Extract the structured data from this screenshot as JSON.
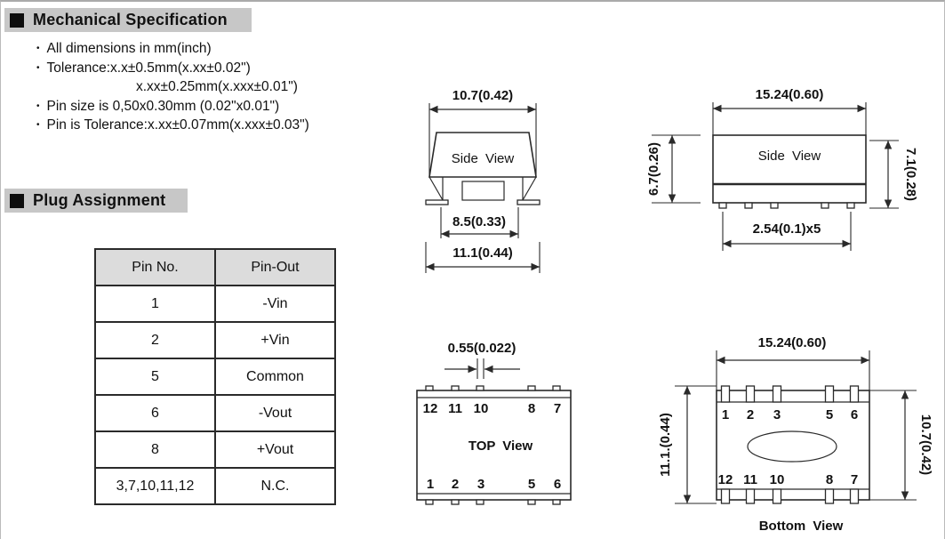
{
  "header1": {
    "label": "Mechanical Specification"
  },
  "header2": {
    "label": "Plug Assignment"
  },
  "notes": [
    "All dimensions in mm(inch)",
    "Tolerance:x.x±0.5mm(x.xx±0.02\")",
    "x.xx±0.25mm(x.xxx±0.01\")",
    "Pin size is 0,50x0.30mm (0.02\"x0.01\")",
    "Pin is Tolerance:x.xx±0.07mm(x.xxx±0.03\")"
  ],
  "table": {
    "headers": [
      "Pin No.",
      "Pin-Out"
    ],
    "rows": [
      [
        "1",
        "-Vin"
      ],
      [
        "2",
        "+Vin"
      ],
      [
        "5",
        "Common"
      ],
      [
        "6",
        "-Vout"
      ],
      [
        "8",
        "+Vout"
      ],
      [
        "3,7,10,11,12",
        "N.C."
      ]
    ]
  },
  "drawings": {
    "side_view_narrow": {
      "label": "Side View",
      "dim_top": "10.7(0.42)",
      "dim_inner": "8.5(0.33)",
      "dim_outer": "11.1(0.44)"
    },
    "side_view_long": {
      "label": "Side View",
      "dim_top": "15.24(0.60)",
      "dim_left": "6.7(0.26)",
      "dim_right": "7.1(0.28)",
      "dim_pitch": "2.54(0.1)x5"
    },
    "top_view": {
      "label": "TOP View",
      "dim_pin": "0.55(0.022)",
      "top_row": [
        "12",
        "11",
        "10",
        "8",
        "7"
      ],
      "bottom_row": [
        "1",
        "2",
        "3",
        "5",
        "6"
      ]
    },
    "bottom_view": {
      "label": "Bottom View",
      "dim_top": "15.24(0.60)",
      "dim_left": "11.1.(0.44)",
      "dim_right": "10.7(0.42)",
      "top_row": [
        "1",
        "2",
        "3",
        "5",
        "6"
      ],
      "bottom_row": [
        "12",
        "11",
        "10",
        "8",
        "7"
      ]
    }
  },
  "colors": {
    "section_header_bg": "#c7c7c7",
    "table_header_bg": "#dcdcdc",
    "line": "#2a2a2a",
    "text": "#111111"
  }
}
